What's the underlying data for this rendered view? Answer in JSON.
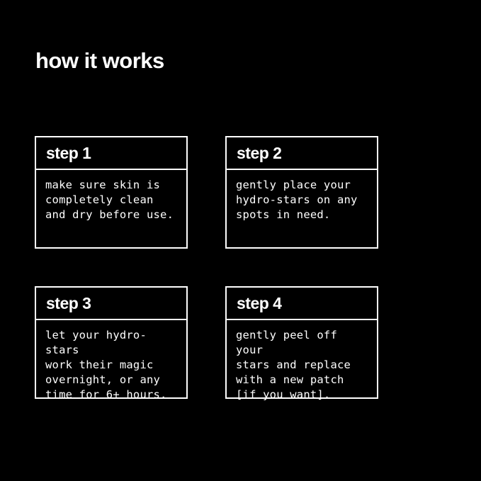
{
  "page": {
    "title": "how it works",
    "background_color": "#000000",
    "text_color": "#ffffff",
    "border_color": "#ffffff"
  },
  "steps": [
    {
      "label": "step 1",
      "description": "make sure skin is\ncompletely clean\nand dry before use."
    },
    {
      "label": "step 2",
      "description": "gently place your\nhydro-stars on any\nspots in need."
    },
    {
      "label": "step 3",
      "description": "let your hydro-stars\nwork their magic\novernight, or any\ntime for 6+ hours."
    },
    {
      "label": "step 4",
      "description": "gently peel off your\nstars and replace\nwith a new patch\n[if you want]."
    }
  ]
}
